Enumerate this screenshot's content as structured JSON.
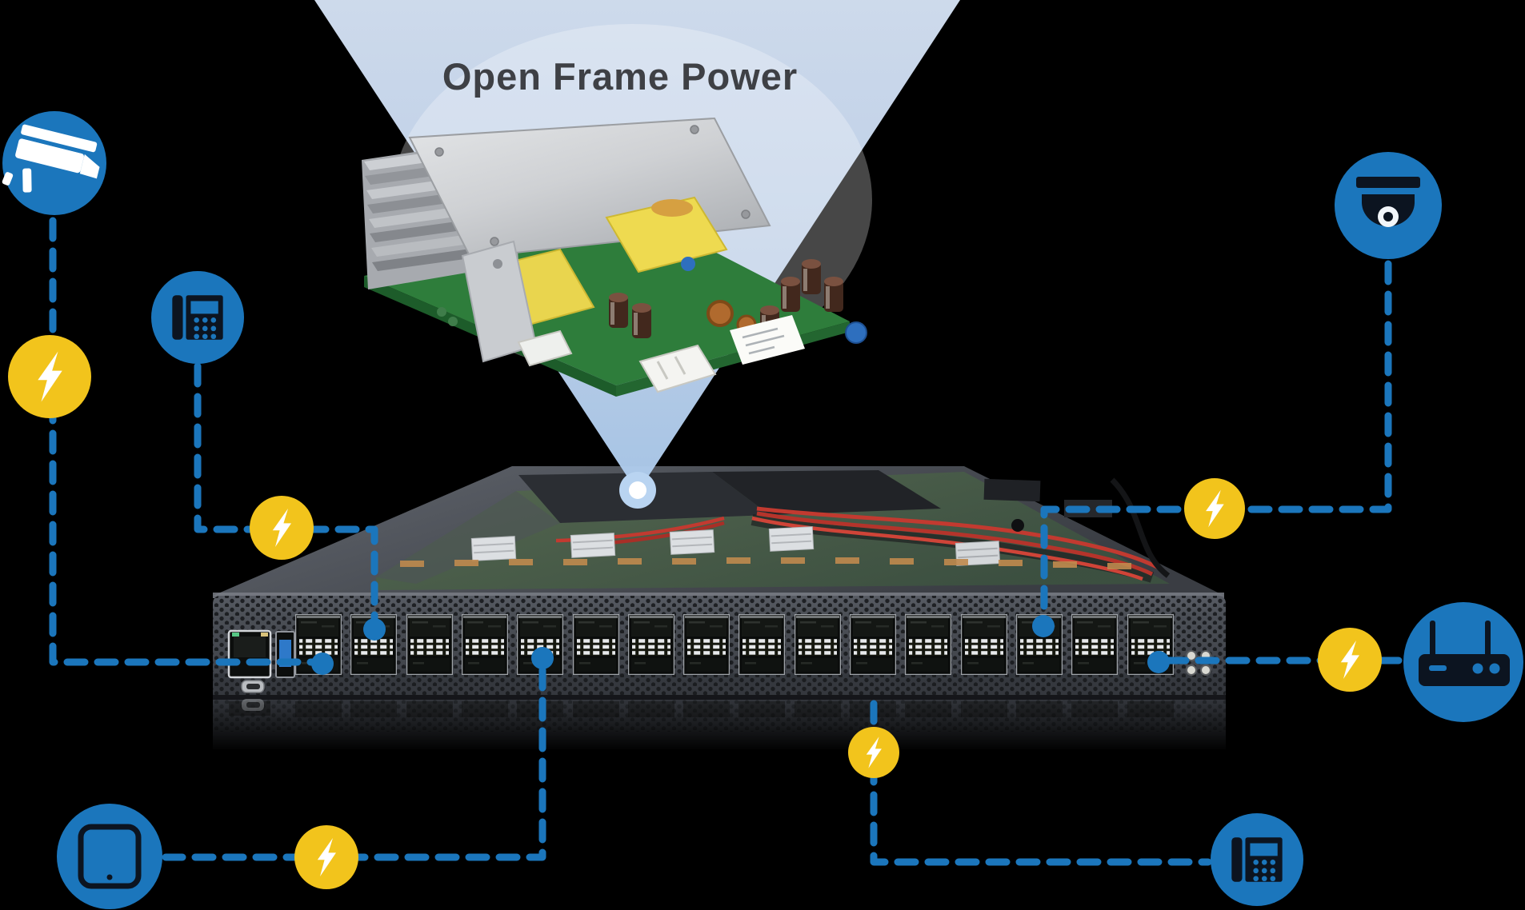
{
  "title": "Open Frame Power",
  "colors": {
    "background": "#000000",
    "accent_blue": "#1b76bc",
    "accent_yellow": "#f2c41c",
    "glyph_dark": "#0c1420",
    "bolt_white": "#ffffff",
    "beam_top": "#d6e3f5",
    "beam_apex": "#adccee",
    "title_text": "#3e4045"
  },
  "icons": [
    {
      "name": "cctv-camera-icon",
      "position": "top-left"
    },
    {
      "name": "desk-phone-icon",
      "position": "mid-left"
    },
    {
      "name": "dome-camera-icon",
      "position": "top-right"
    },
    {
      "name": "wireless-router-icon",
      "position": "right"
    },
    {
      "name": "tablet-icon",
      "position": "bottom-left"
    },
    {
      "name": "desk-phone-icon",
      "position": "bottom-right"
    }
  ],
  "power_nodes": {
    "icon": "lightning-bolt-icon",
    "count": 6
  },
  "connection_dots": {
    "count": 5
  }
}
